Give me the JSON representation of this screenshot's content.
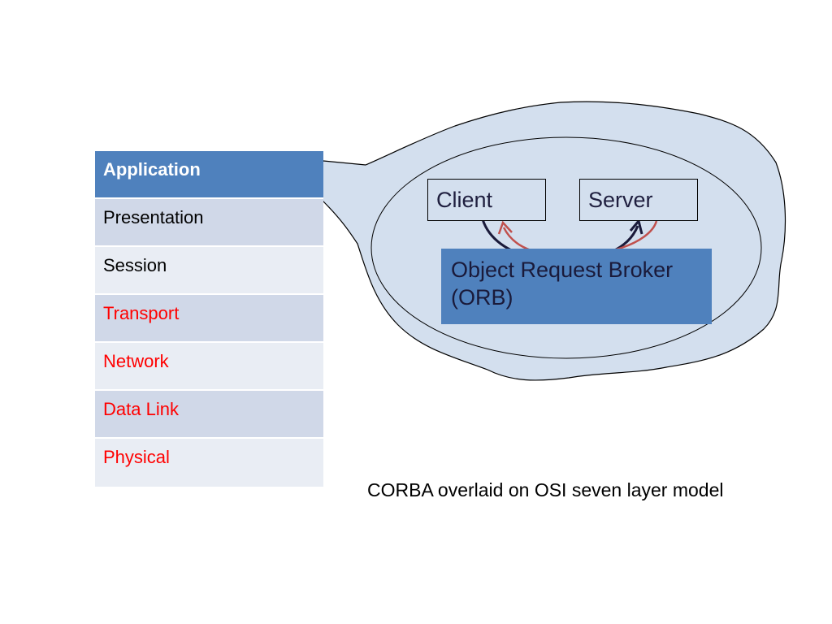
{
  "osi_layers": [
    {
      "label": "Application",
      "highlight": true
    },
    {
      "label": "Presentation"
    },
    {
      "label": "Session"
    },
    {
      "label": "Transport",
      "color": "#ff0000"
    },
    {
      "label": "Network",
      "color": "#ff0000"
    },
    {
      "label": "Data Link",
      "color": "#ff0000"
    },
    {
      "label": "Physical",
      "color": "#ff0000"
    }
  ],
  "corba": {
    "client_label": "Client",
    "server_label": "Server",
    "orb_label_line1": "Object Request Broker",
    "orb_label_line2": "(ORB)"
  },
  "caption": "CORBA overlaid on OSI seven layer model",
  "colors": {
    "accent": "#4f81bd",
    "bubble_fill": "#d3dfee",
    "request_arrow": "#1a1a3a",
    "response_arrow": "#c0504d",
    "marker": "#c0504d"
  }
}
